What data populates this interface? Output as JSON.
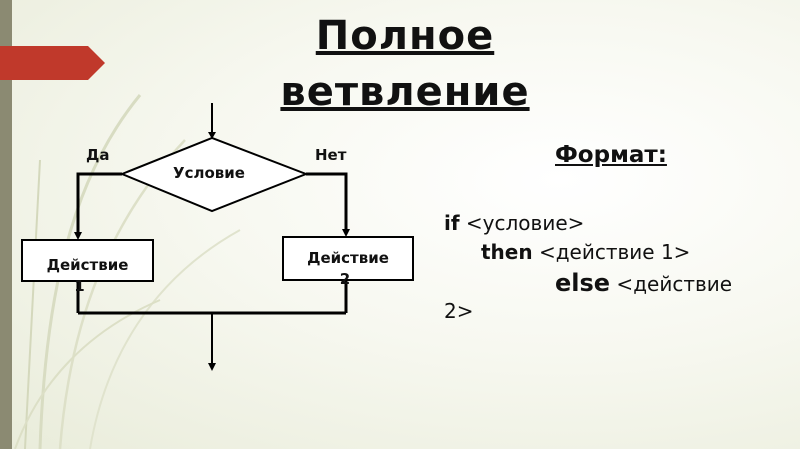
{
  "title": {
    "line1": "Полное",
    "line2": "ветвление"
  },
  "flowchart": {
    "yes_label": "Да",
    "no_label": "Нет",
    "condition": "Условие",
    "action1_line1": "Действие",
    "action1_line2": "1",
    "action2_line1": "Действие",
    "action2_line2": "2"
  },
  "format": {
    "title": "Формат:",
    "if_kw": "if",
    "if_rest": " <условие>",
    "then_kw": "then",
    "then_rest": " <действие 1>",
    "else_kw": "else",
    "else_rest": " <действие",
    "else_cont": "2>"
  },
  "colors": {
    "accent_arrow": "#c0392b",
    "left_bar": "#8b8a72"
  }
}
